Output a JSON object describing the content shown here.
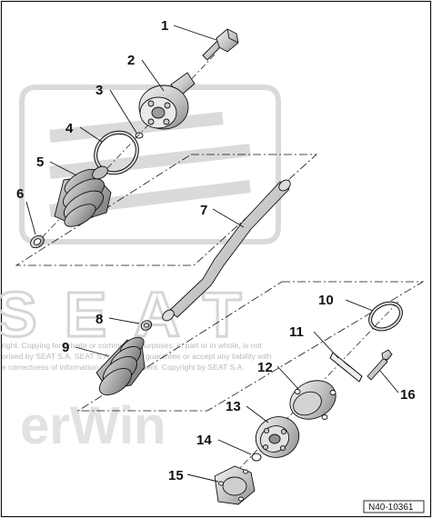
{
  "callouts": [
    {
      "id": "1",
      "label": "1"
    },
    {
      "id": "2",
      "label": "2"
    },
    {
      "id": "3",
      "label": "3"
    },
    {
      "id": "4",
      "label": "4"
    },
    {
      "id": "5",
      "label": "5"
    },
    {
      "id": "6",
      "label": "6"
    },
    {
      "id": "7",
      "label": "7"
    },
    {
      "id": "8",
      "label": "8"
    },
    {
      "id": "9",
      "label": "9"
    },
    {
      "id": "10",
      "label": "10"
    },
    {
      "id": "11",
      "label": "11"
    },
    {
      "id": "12",
      "label": "12"
    },
    {
      "id": "13",
      "label": "13"
    },
    {
      "id": "14",
      "label": "14"
    },
    {
      "id": "15",
      "label": "15"
    },
    {
      "id": "16",
      "label": "16"
    }
  ],
  "reference_code": "N40-10361",
  "watermark": {
    "brand": "SEAT",
    "line1": "right. Copying for private or commercial purposes, in part or in whole, is not",
    "line2": "orised by SEAT S.A. SEAT S.A. does not guarantee or accept any liability with",
    "line3": "e correctness of information in this document. Copyright by SEAT S.A.",
    "erwin": "erWin"
  },
  "colors": {
    "ink": "#111111",
    "metal_light": "#e3e3e3",
    "metal_mid": "#bdbdbd",
    "metal_dark": "#8f8f8f",
    "watermark": "#d9d9d9"
  }
}
